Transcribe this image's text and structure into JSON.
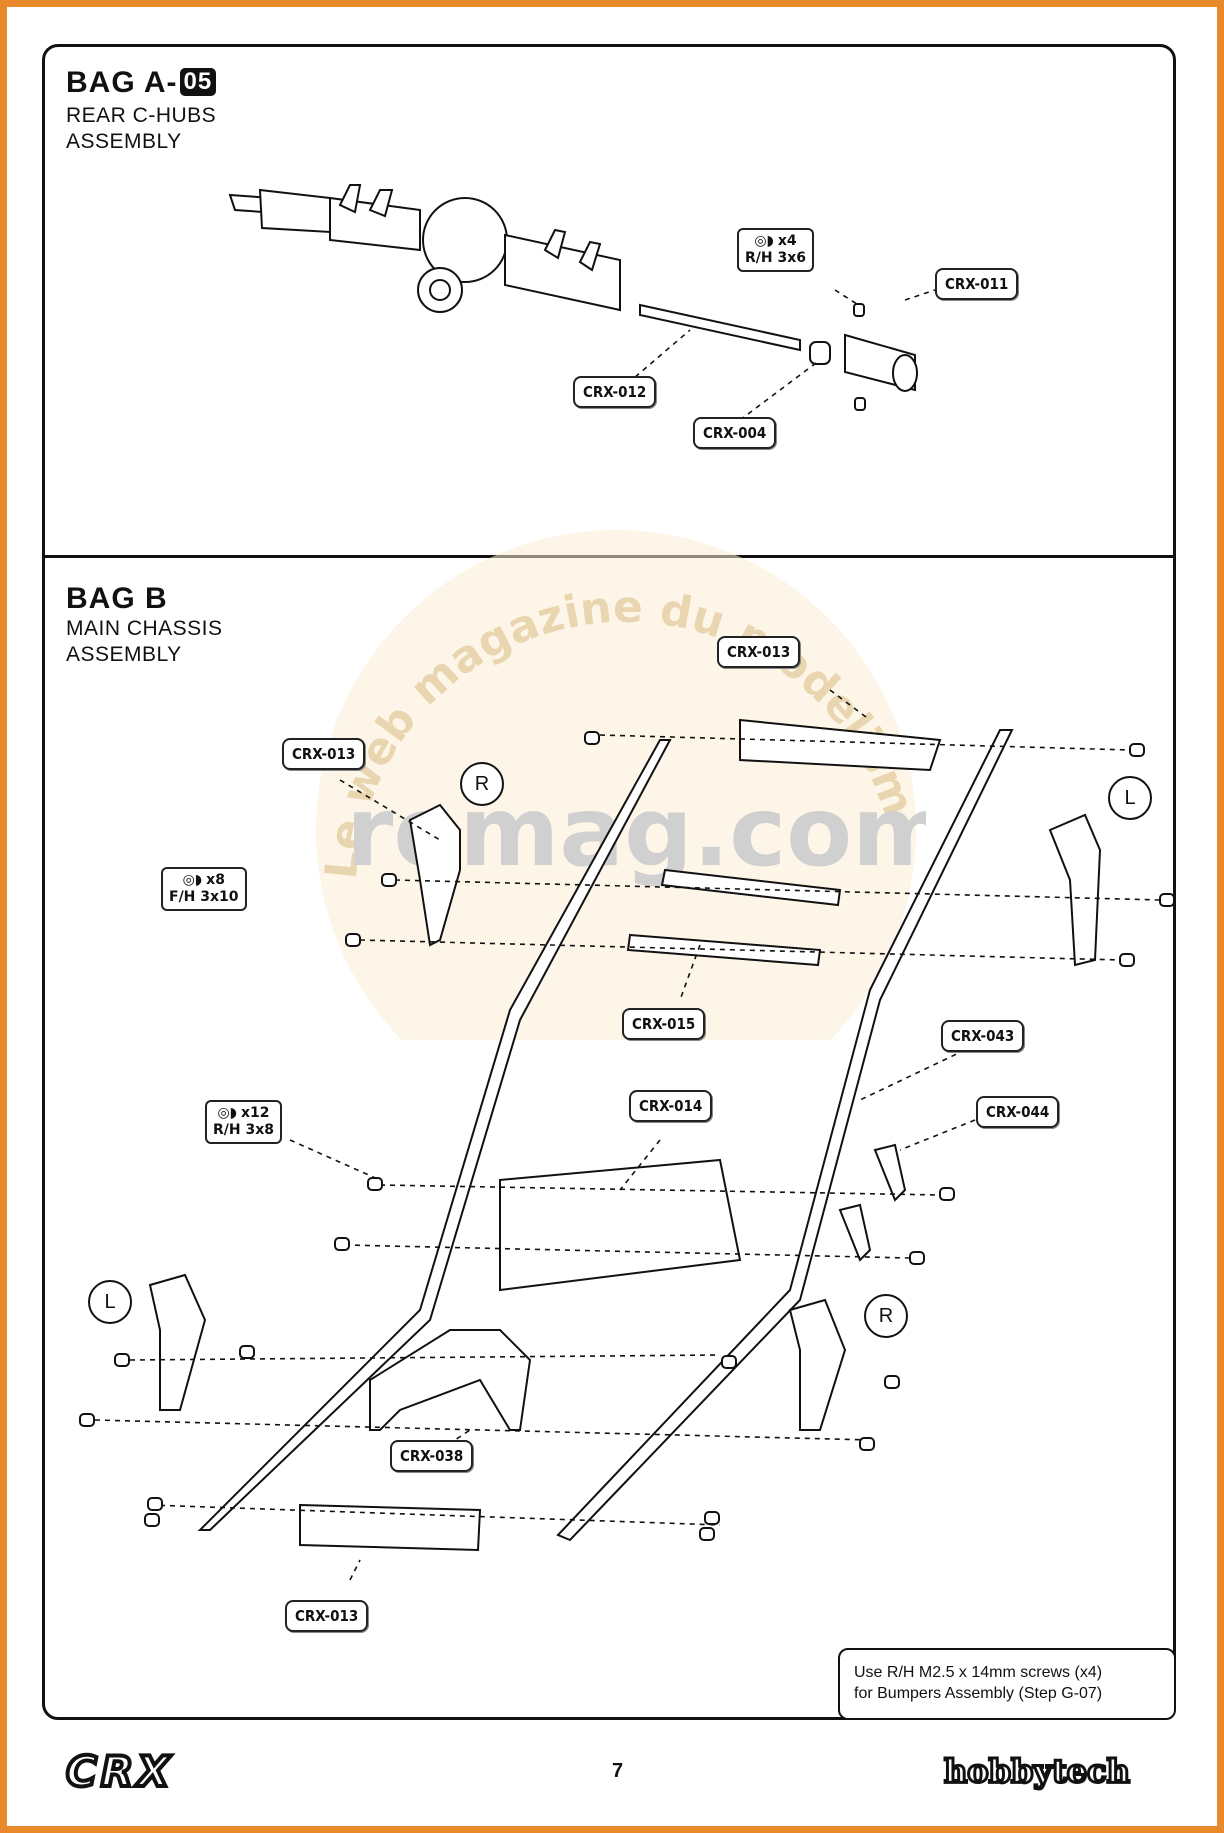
{
  "section_a": {
    "title": "BAG A-",
    "step": "05",
    "subtitle_line1": "REAR C-HUBS",
    "subtitle_line2": "ASSEMBLY",
    "parts": [
      "CRX-011",
      "CRX-012",
      "CRX-004"
    ],
    "hardware": {
      "qty": "x4",
      "spec": "R/H 3x6"
    }
  },
  "section_b": {
    "title": "BAG B",
    "subtitle_line1": "MAIN CHASSIS",
    "subtitle_line2": "ASSEMBLY",
    "parts": [
      "CRX-013",
      "CRX-013",
      "CRX-015",
      "CRX-043",
      "CRX-014",
      "CRX-044",
      "CRX-038",
      "CRX-013"
    ],
    "hardware": [
      {
        "qty": "x8",
        "spec": "F/H 3x10"
      },
      {
        "qty": "x12",
        "spec": "R/H 3x8"
      }
    ],
    "side_labels": [
      "R",
      "L",
      "L",
      "R"
    ]
  },
  "watermark": {
    "arc_text": "Le web magazine du modelisme",
    "site": "romag.com"
  },
  "note": {
    "line1": "Use R/H M2.5 x 14mm screws (x4)",
    "line2": "for Bumpers Assembly (Step G-07)"
  },
  "footer": {
    "page_number": "7",
    "product_logo": "CRX",
    "brand_logo": "hobbytech"
  },
  "colors": {
    "border_orange": "#e8892b",
    "watermark": "#f3d9a8"
  }
}
